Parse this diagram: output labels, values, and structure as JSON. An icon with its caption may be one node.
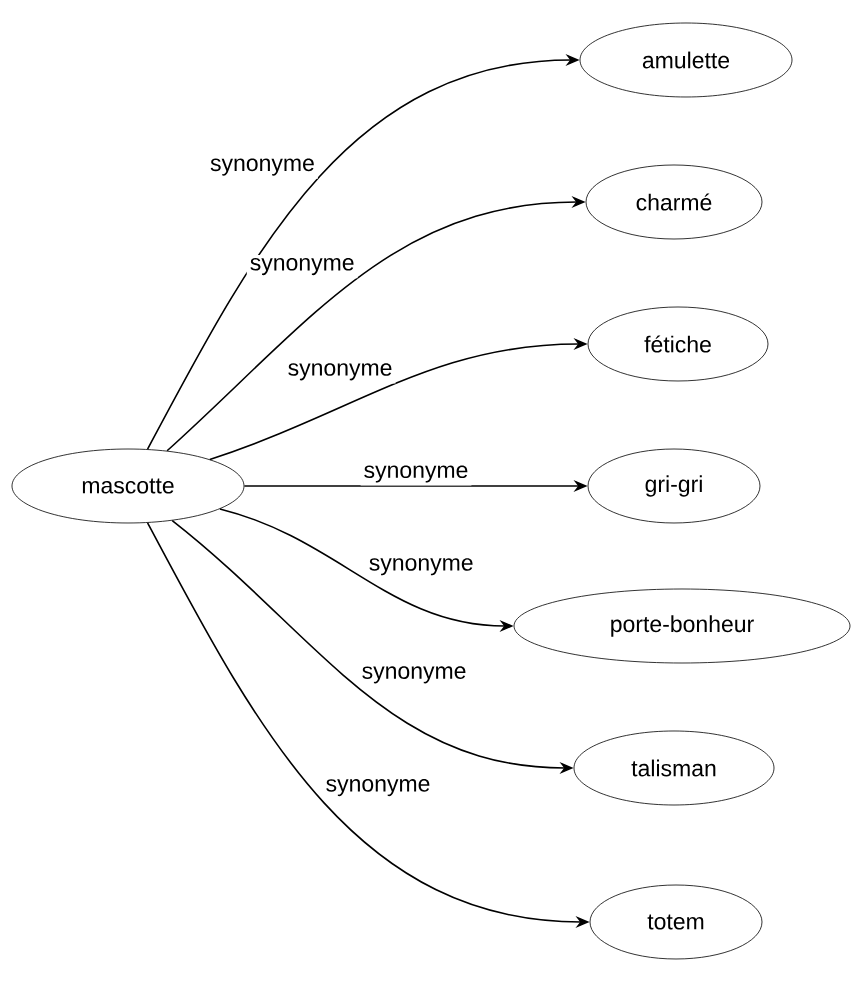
{
  "diagram": {
    "nodes": [
      {
        "text": [
          "mascotte"
        ]
      },
      {
        "text": [
          "amulette"
        ]
      },
      {
        "text": [
          "charmé"
        ]
      },
      {
        "text": [
          "fétiche"
        ]
      },
      {
        "text": [
          "gri-gri"
        ]
      },
      {
        "text": [
          "porte-bonheur"
        ]
      },
      {
        "text": [
          "talisman"
        ]
      },
      {
        "text": [
          "totem"
        ]
      }
    ],
    "edges": [
      {
        "from": 0,
        "to": 1,
        "arrow": "to",
        "label": "synonyme"
      },
      {
        "from": 0,
        "to": 2,
        "arrow": "to",
        "label": "synonyme"
      },
      {
        "from": 0,
        "to": 3,
        "arrow": "to",
        "label": "synonyme"
      },
      {
        "from": 0,
        "to": 4,
        "arrow": "to",
        "label": "synonyme"
      },
      {
        "from": 0,
        "to": 5,
        "arrow": "to",
        "label": "synonyme"
      },
      {
        "from": 0,
        "to": 6,
        "arrow": "to",
        "label": "synonyme"
      },
      {
        "from": 0,
        "to": 7,
        "arrow": "to",
        "label": "synonyme"
      }
    ]
  }
}
